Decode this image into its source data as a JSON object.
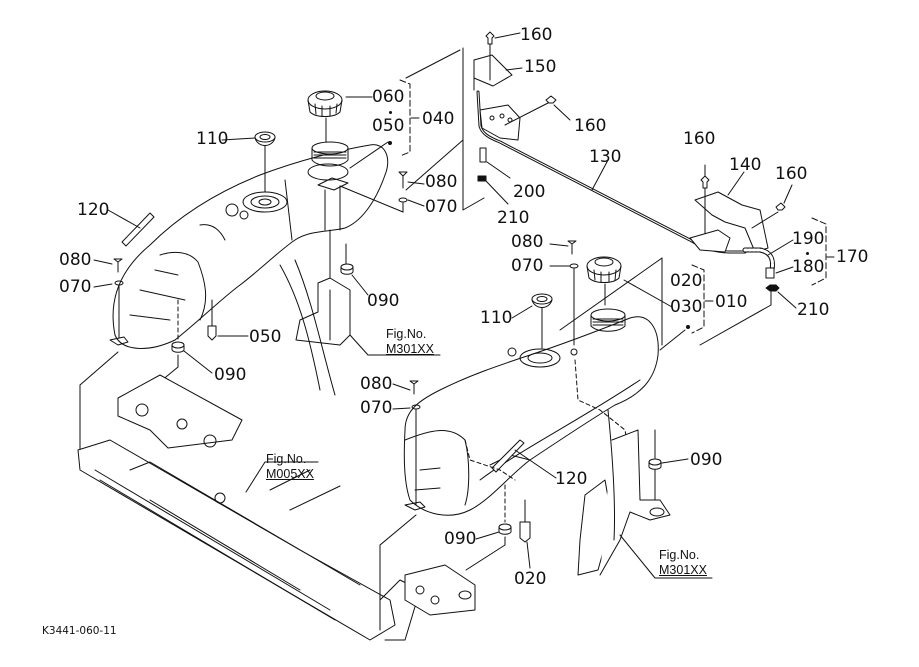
{
  "drawing": {
    "code": "K3441-060-11",
    "parts": {
      "p060": "060",
      "p050a": "050",
      "p040": "040",
      "p110a": "110",
      "p120a": "120",
      "p080a": "080",
      "p070a": "070",
      "p080b": "080",
      "p070b": "070",
      "p090a": "090",
      "p050b": "050",
      "p090b": "090",
      "p160a": "160",
      "p150": "150",
      "p160b": "160",
      "p130": "130",
      "p200": "200",
      "p210a": "210",
      "p160c": "160",
      "p140": "140",
      "p160d": "160",
      "p190": "190",
      "p180": "180",
      "p170": "170",
      "p210b": "210",
      "p080c": "080",
      "p070c": "070",
      "p020a": "020",
      "p030": "030",
      "p010": "010",
      "p110b": "110",
      "p120b": "120",
      "p080d": "080",
      "p070d": "070",
      "p090c": "090",
      "p090d": "090",
      "p020b": "020"
    },
    "fig_refs": [
      {
        "label": "Fig.No.",
        "ref": "M301XX"
      },
      {
        "label": "Fig.No.",
        "ref": "M005XX"
      },
      {
        "label": "Fig.No.",
        "ref": "M301XX"
      }
    ]
  }
}
